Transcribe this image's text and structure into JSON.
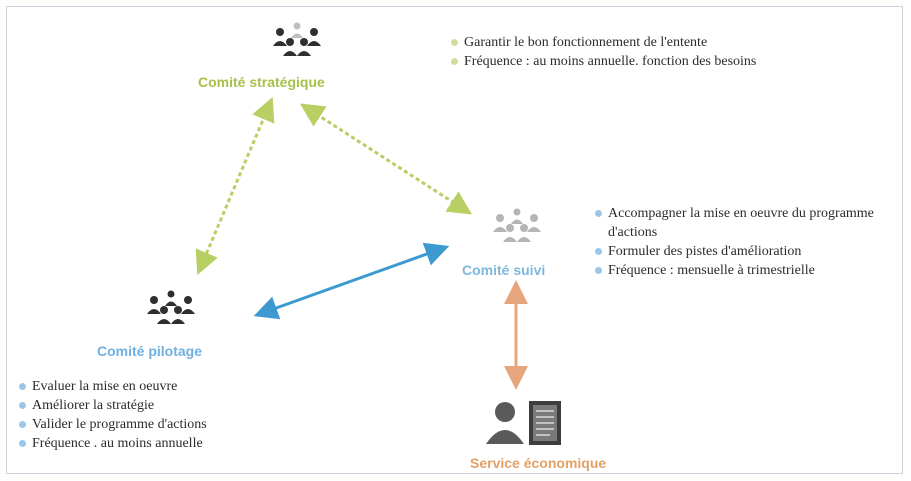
{
  "nodes": {
    "strategique": {
      "title": "Comité stratégique",
      "bullets": [
        "Garantir le bon fonctionnement de l'entente",
        "Fréquence : au moins annuelle. fonction des besoins"
      ],
      "color": "#a9c04a"
    },
    "suivi": {
      "title": "Comité suivi",
      "bullets": [
        "Accompagner la mise en oeuvre du programme d'actions",
        "Formuler des pistes d'amélioration",
        "Fréquence : mensuelle à trimestrielle"
      ],
      "color": "#7fb7df"
    },
    "pilotage": {
      "title": "Comité pilotage",
      "bullets": [
        "Evaluer la mise en oeuvre",
        "Améliorer la stratégie",
        "Valider le programme d'actions",
        "Fréquence . au moins annuelle"
      ],
      "color": "#6fb0e0"
    },
    "service": {
      "title": "Service économique",
      "color": "#e3a166"
    }
  },
  "arrow_colors": {
    "green": "#b7cf63",
    "blue": "#3c9ad0",
    "orange": "#e6a57a"
  },
  "icons": [
    "people-group-icon",
    "person-icon",
    "document-icon"
  ]
}
